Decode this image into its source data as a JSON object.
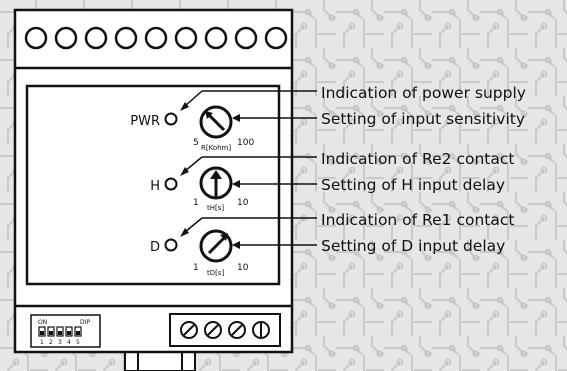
{
  "device": {
    "indicators": [
      {
        "id": "pwr",
        "label": "PWR"
      },
      {
        "id": "h",
        "label": "H"
      },
      {
        "id": "d",
        "label": "D"
      }
    ],
    "knobs": [
      {
        "id": "r",
        "scale_min": "5",
        "scale_max": "100",
        "unit": "R[Kohm]"
      },
      {
        "id": "th",
        "scale_min": "1",
        "scale_max": "10",
        "unit": "tH[s]"
      },
      {
        "id": "td",
        "scale_min": "1",
        "scale_max": "10",
        "unit": "tD[s]"
      }
    ],
    "dip": {
      "on_label": "ON",
      "dip_label": "DIP",
      "numbers": [
        "1",
        "2",
        "3",
        "4",
        "5"
      ]
    }
  },
  "callouts": [
    "Indication of power supply",
    "Setting of input sensitivity",
    "Indication of Re2 contact",
    "Setting of H input delay",
    "Indication of Re1 contact",
    "Setting of D input delay"
  ]
}
